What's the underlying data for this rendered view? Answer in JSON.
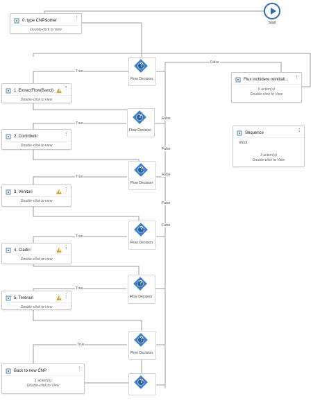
{
  "start": {
    "label": "Start"
  },
  "activities": [
    {
      "id": "a0",
      "title": "0. type CNP&other",
      "hint": "Double-click to view",
      "warning": false
    },
    {
      "id": "a1",
      "title": "1. ExtractFlow(Banci)",
      "hint": "Double-click to view",
      "warning": true
    },
    {
      "id": "a2",
      "title": "2. Contributii",
      "hint": "Double-click to view",
      "warning": false
    },
    {
      "id": "a3",
      "title": "3. Venituri",
      "hint": "Double-click to view",
      "warning": true
    },
    {
      "id": "a4",
      "title": "4. Cladiri",
      "hint": "Double-click to view",
      "warning": true
    },
    {
      "id": "a5",
      "title": "5. Terenuri",
      "hint": "Double-click to view",
      "warning": true
    }
  ],
  "back_to_new_cnp": {
    "title": "Back to new CNP",
    "count": "1 action(s)",
    "hint": "Double-click to View"
  },
  "flux_box": {
    "title": "Flux inchidere reinitiali...",
    "count": "5 action(s)",
    "hint": "Double-click to View"
  },
  "sequence_box": {
    "title": "Sequence",
    "content": "Vlool",
    "count": "3 action(s)",
    "hint": "Double-click to View"
  },
  "decisions": {
    "label": "Flow Decision"
  },
  "wire_labels": {
    "true": "True",
    "false": "False"
  },
  "colors": {
    "wire": "#9a9a9a",
    "accent": "#3d7fc7",
    "warning": "#e39b2a"
  }
}
